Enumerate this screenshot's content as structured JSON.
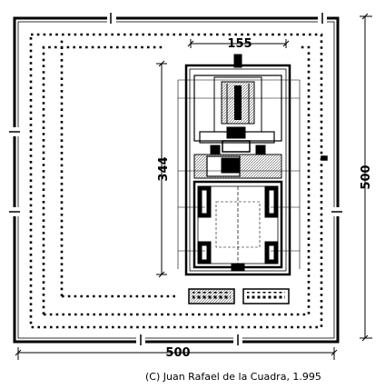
{
  "plan": {
    "dimension_top": "155",
    "dimension_left": "344",
    "dimension_right": "500",
    "dimension_bottom": "500",
    "credit": "(C) Juan Rafael de la Cuadra, 1.995"
  },
  "colors": {
    "ink": "#000000",
    "paper": "#ffffff",
    "hatch": "#9a9a9a"
  }
}
